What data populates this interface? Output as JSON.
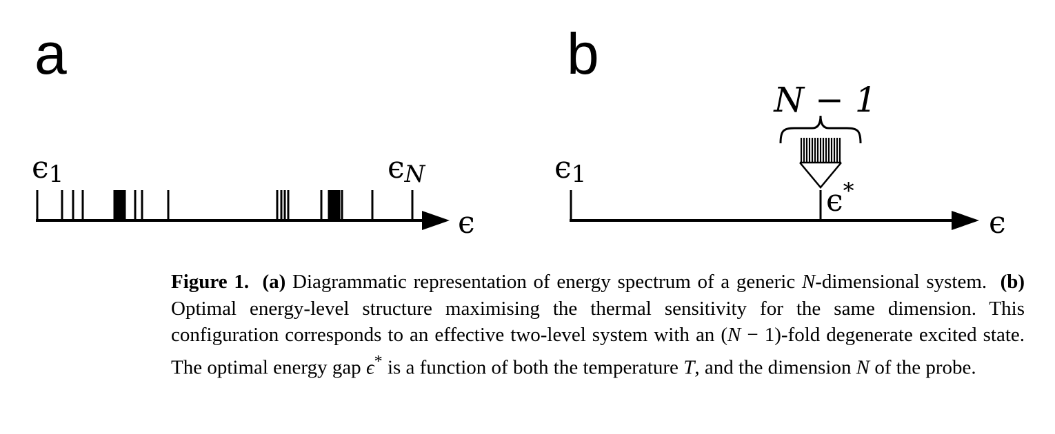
{
  "figure": {
    "panel_a": {
      "label": "a",
      "left_symbol": "ϵ",
      "left_subscript": "1",
      "right_symbol": "ϵ",
      "right_subscript": "N",
      "axis_symbol": "ϵ"
    },
    "panel_b": {
      "label": "b",
      "left_symbol": "ϵ",
      "left_subscript": "1",
      "degeneracy_label": "N − 1",
      "gap_symbol": "ϵ",
      "gap_superscript": "*",
      "axis_symbol": "ϵ"
    }
  },
  "caption": {
    "figure_label": "Figure 1.",
    "a_tag": "(a)",
    "a_text_1": " Diagrammatic representation of energy spectrum of a generic ",
    "a_N": "N",
    "a_text_2": "-dimensional system.",
    "b_tag": "(b)",
    "b_text_1": " Optimal energy-level structure maximising the thermal sensitivity for the same dimension. This configuration corresponds to an effective two-level system with an (",
    "b_N1": "N",
    "b_text_2": " − 1)-fold degenerate excited state. The optimal energy gap ",
    "b_eps": "ϵ",
    "b_star": "*",
    "b_text_3": " is a function of both the temperature ",
    "b_T": "T",
    "b_text_4": ", and the dimension ",
    "b_N2": "N",
    "b_text_5": " of the probe."
  }
}
